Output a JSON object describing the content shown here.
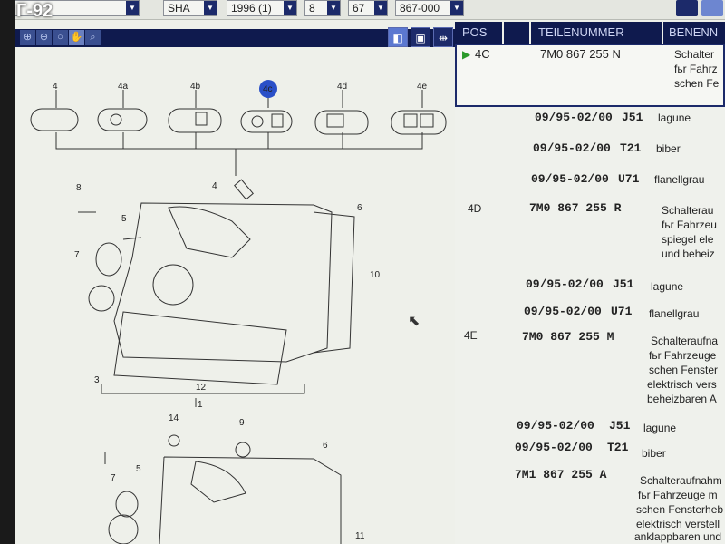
{
  "overlay_label": "Г-92",
  "toolbar": {
    "dropdowns": [
      "",
      "SHA",
      "1996 (1)",
      "8",
      "67",
      "867-000"
    ]
  },
  "view_buttons": [
    "split-view",
    "single-view",
    "expand"
  ],
  "table": {
    "headers": {
      "pos": "POS",
      "part": "TEILENUMMER",
      "desc": "BENENN"
    },
    "selected": {
      "pos": "4C",
      "part": "7M0 867 255 N",
      "desc": [
        "Schalter",
        "fьr Fahrz",
        "schen Fe"
      ]
    },
    "rows": [
      {
        "type": "variant",
        "range": "09/95-02/00",
        "code": "J51",
        "color": "lagune"
      },
      {
        "type": "variant",
        "range": "09/95-02/00",
        "code": "T21",
        "color": "biber"
      },
      {
        "type": "variant",
        "range": "09/95-02/00",
        "code": "U71",
        "color": "flanellgrau"
      },
      {
        "type": "part",
        "pos": "4D",
        "part": "7M0 867 255 R",
        "desc": [
          "Schalterau",
          "fьr Fahrzeu",
          "spiegel ele",
          "und beheiz"
        ]
      },
      {
        "type": "variant",
        "range": "09/95-02/00",
        "code": "J51",
        "color": "lagune"
      },
      {
        "type": "variant",
        "range": "09/95-02/00",
        "code": "U71",
        "color": "flanellgrau"
      },
      {
        "type": "part",
        "pos": "4E",
        "part": "7M0 867 255 M",
        "desc": [
          "Schalteraufna",
          "fьr Fahrzeuge",
          "schen Fenster",
          "elektrisch vers",
          "beheizbaren A"
        ]
      },
      {
        "type": "variant",
        "range": "09/95-02/00",
        "code": "J51",
        "color": "lagune"
      },
      {
        "type": "variant",
        "range": "09/95-02/00",
        "code": "T21",
        "color": "biber"
      },
      {
        "type": "part",
        "pos": "",
        "part": "7M1 867 255 A",
        "desc": [
          "Schalteraufnahm",
          "fьr Fahrzeuge m",
          "schen Fensterheb",
          "elektrisch verstell",
          "anklappbaren und"
        ]
      }
    ]
  },
  "diagram": {
    "switch_labels": [
      "4",
      "4a",
      "4b",
      "4c",
      "4d",
      "4e"
    ],
    "highlighted": "4c",
    "callouts": [
      "8",
      "5",
      "7",
      "4",
      "6",
      "10",
      "3",
      "12",
      "1",
      "14",
      "9",
      "6",
      "7",
      "5",
      "11"
    ]
  }
}
